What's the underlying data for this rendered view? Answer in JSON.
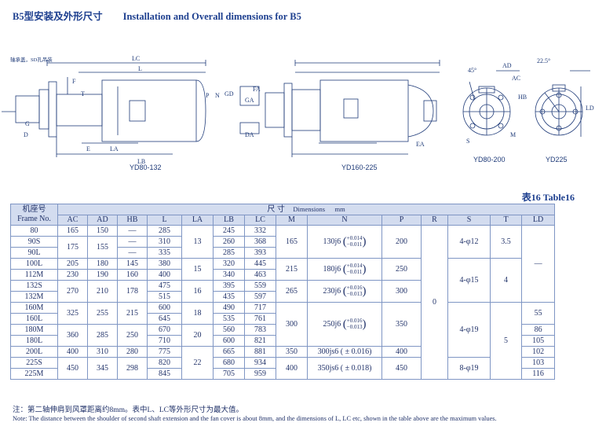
{
  "title": {
    "cn": "B5型安装及外形尺寸",
    "en": "Installation and Overall dimensions for B5"
  },
  "drawings": {
    "annotation": "轴承盖，SD孔吊装",
    "captions": [
      "YD80-132",
      "YD160-225",
      "YD80-200",
      "YD225"
    ],
    "labels": [
      "LC",
      "L",
      "LA",
      "LB",
      "E",
      "T",
      "F",
      "G",
      "D",
      "DA",
      "EA",
      "GA",
      "FA",
      "GD",
      "P",
      "N",
      "AD",
      "HB",
      "AC",
      "S",
      "M",
      "45°",
      "22.5°",
      "LD"
    ]
  },
  "table_caption": "表16  Table16",
  "table": {
    "frame_no_cn": "机座号",
    "frame_no_en": "Frame No.",
    "dimensions_cn": "尺  寸",
    "dimensions_en": "Dimensions",
    "unit": "mm",
    "headers": [
      "AC",
      "AD",
      "HB",
      "L",
      "LA",
      "LB",
      "LC",
      "M",
      "N",
      "P",
      "R",
      "S",
      "T",
      "LD"
    ],
    "rows": [
      [
        "80",
        "165",
        "150",
        "—",
        "285",
        "",
        "245",
        "332"
      ],
      [
        "90S",
        "",
        "",
        "—",
        "310",
        "",
        "260",
        "368"
      ],
      [
        "90L",
        "",
        "",
        "—",
        "335",
        "",
        "285",
        "393"
      ],
      [
        "100L",
        "205",
        "180",
        "145",
        "380",
        "",
        "320",
        "445"
      ],
      [
        "112M",
        "230",
        "190",
        "160",
        "400",
        "",
        "340",
        "463"
      ],
      [
        "132S",
        "270",
        "210",
        "178",
        "475",
        "",
        "395",
        "559"
      ],
      [
        "132M",
        "",
        "",
        "",
        "515",
        "",
        "435",
        "597"
      ],
      [
        "160M",
        "325",
        "255",
        "215",
        "600",
        "",
        "490",
        "717"
      ],
      [
        "160L",
        "",
        "",
        "",
        "645",
        "",
        "535",
        "761"
      ],
      [
        "180M",
        "360",
        "285",
        "250",
        "670",
        "",
        "560",
        "783"
      ],
      [
        "180L",
        "",
        "",
        "",
        "710",
        "",
        "600",
        "821"
      ],
      [
        "200L",
        "400",
        "310",
        "280",
        "775",
        "",
        "665",
        "881"
      ],
      [
        "225S",
        "450",
        "345",
        "298",
        "820",
        "",
        "680",
        "934"
      ],
      [
        "225M",
        "",
        "",
        "",
        "845",
        "",
        "705",
        "959"
      ]
    ],
    "merged": {
      "ac_90": "175",
      "ad_90": "155",
      "la_a": "13",
      "la_b": "15",
      "la_c": "16",
      "la_d": "18",
      "la_e": "20",
      "la_f": "22",
      "m_a": "165",
      "m_b": "215",
      "m_c": "265",
      "m_d": "300",
      "m_e": "350",
      "m_f": "400",
      "n_a": "130j6",
      "n_a_up": "+0.014",
      "n_a_dn": "−0.011",
      "n_b": "180j6",
      "n_b_up": "+0.014",
      "n_b_dn": "−0.011",
      "n_c": "230j6",
      "n_c_up": "+0.016",
      "n_c_dn": "−0.013",
      "n_d": "250j6",
      "n_d_up": "+0.016",
      "n_d_dn": "−0.013",
      "n_e": "300js6",
      "n_e_tol": "( ± 0.016)",
      "n_f": "350js6",
      "n_f_tol": "( ± 0.018)",
      "p_a": "200",
      "p_b": "250",
      "p_c": "300",
      "p_d": "350",
      "p_e": "400",
      "p_f": "450",
      "r": "0",
      "s_a": "4-φ12",
      "s_b": "4-φ15",
      "s_c": "4-φ19",
      "s_d": "8-φ19",
      "t_a": "3.5",
      "t_b": "4",
      "t_c": "5",
      "ld_a": "—",
      "ld_b": "55",
      "ld_c": "86",
      "ld_d": "105",
      "ld_e": "102",
      "ld_f": "103",
      "ld_g": "116"
    }
  },
  "notes": {
    "cn": "注：第二轴伸肩到风罩距离约8mm。表中L、LC等外形尺寸为最大值。",
    "en": "Note: The distance between the shoulder of second shaft extension and the fan cover is about 8mm, and the dimensions of L, LC etc, shown in the table above are the maximum values."
  },
  "colors": {
    "text": "#1e3a78",
    "header_bg": "#d3dcef",
    "border": "#7f96c4"
  }
}
